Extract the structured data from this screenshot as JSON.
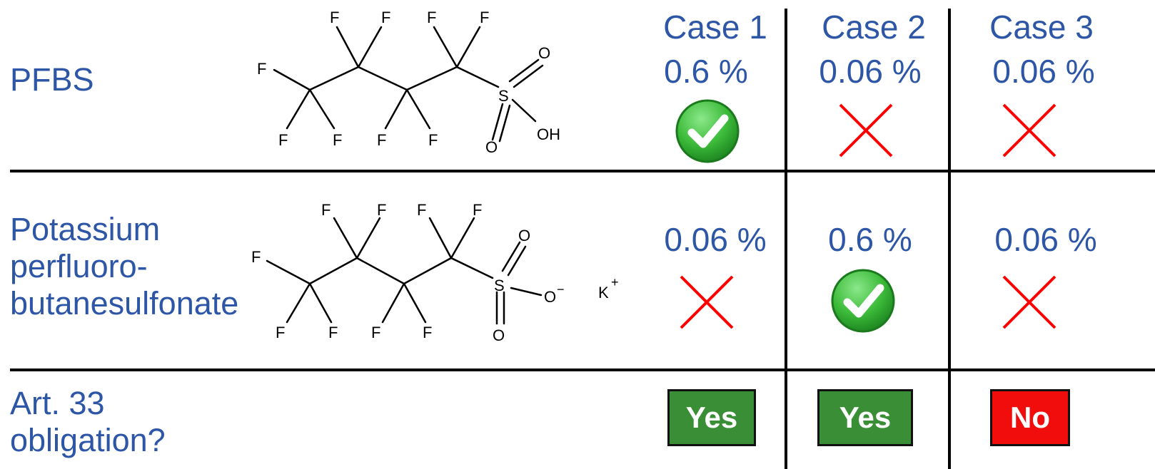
{
  "rows": {
    "r1": {
      "label": "PFBS"
    },
    "r2": {
      "label_lines": [
        "Potassium",
        "perfluoro-",
        "butanesulfonate"
      ]
    },
    "r3": {
      "label_lines": [
        "Art. 33",
        "obligation?"
      ]
    }
  },
  "cases": [
    {
      "title": "Case 1",
      "pfbs": "0.6 %",
      "pfbs_status": "check",
      "potassium": "0.06 %",
      "potassium_status": "cross",
      "obligation": "Yes"
    },
    {
      "title": "Case 2",
      "pfbs": "0.06 %",
      "pfbs_status": "cross",
      "potassium": "0.6 %",
      "potassium_status": "check",
      "obligation": "Yes"
    },
    {
      "title": "Case 3",
      "pfbs": "0.06 %",
      "pfbs_status": "cross",
      "potassium": "0.06 %",
      "potassium_status": "cross",
      "obligation": "No"
    }
  ],
  "structures": {
    "pfbs_atoms": {
      "f": "F",
      "s": "S",
      "o": "O",
      "oh": "OH"
    },
    "salt_atoms": {
      "f": "F",
      "s": "S",
      "o": "O",
      "ominus": "O",
      "k": "K",
      "charge_minus": "−",
      "charge_plus": "+"
    }
  },
  "colors": {
    "label_text": "#2e56a6",
    "yes_badge": "#3a8f36",
    "no_badge": "#f20d0d",
    "cross": "#ff0000",
    "check": "#3dbb3a"
  },
  "icons": {
    "check": "check-circle-icon",
    "cross": "cross-icon"
  }
}
